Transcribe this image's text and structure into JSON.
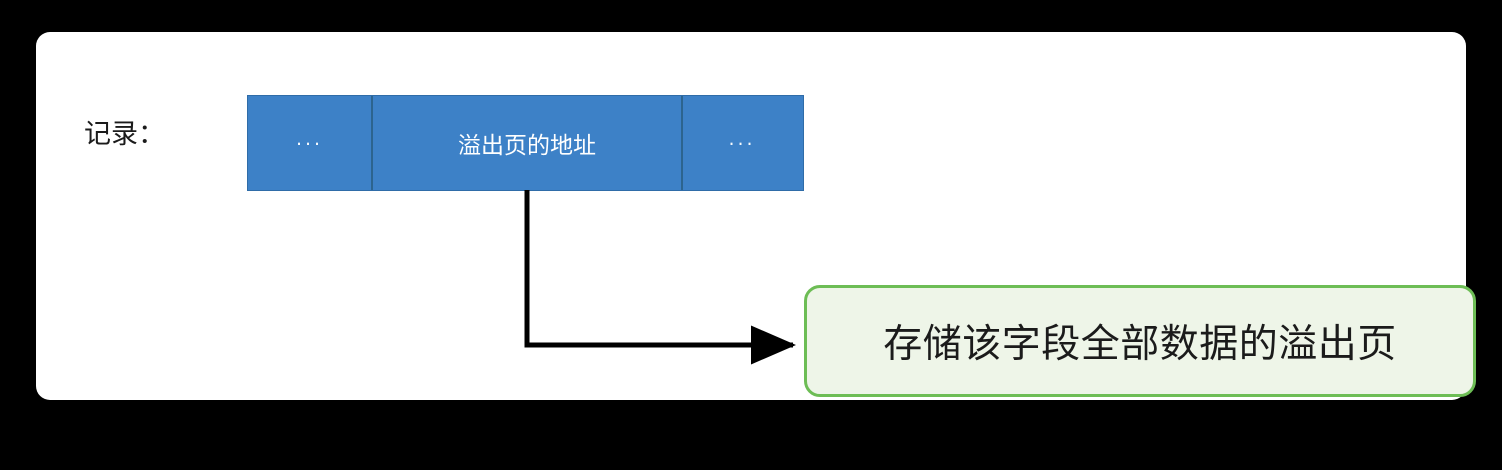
{
  "diagram": {
    "label": "记录：",
    "record_cells": [
      {
        "text": "...",
        "kind": "ellipsis"
      },
      {
        "text": "溢出页的地址",
        "kind": "text"
      },
      {
        "text": "...",
        "kind": "ellipsis"
      }
    ],
    "callout": {
      "text": "存储该字段全部数据的溢出页"
    },
    "connector": {
      "kind": "elbow-arrow",
      "from": "overflow-page-address-cell",
      "to": "overflow-page-callout"
    },
    "colors": {
      "card_background": "#ffffff",
      "page_background": "#000000",
      "record_fill": "#3d81c7",
      "record_border": "#2c648f",
      "record_text": "#ffffff",
      "callout_fill": "#eef5e8",
      "callout_border": "#6dbd55",
      "callout_text": "#1b1b1b",
      "connector": "#000000"
    }
  }
}
